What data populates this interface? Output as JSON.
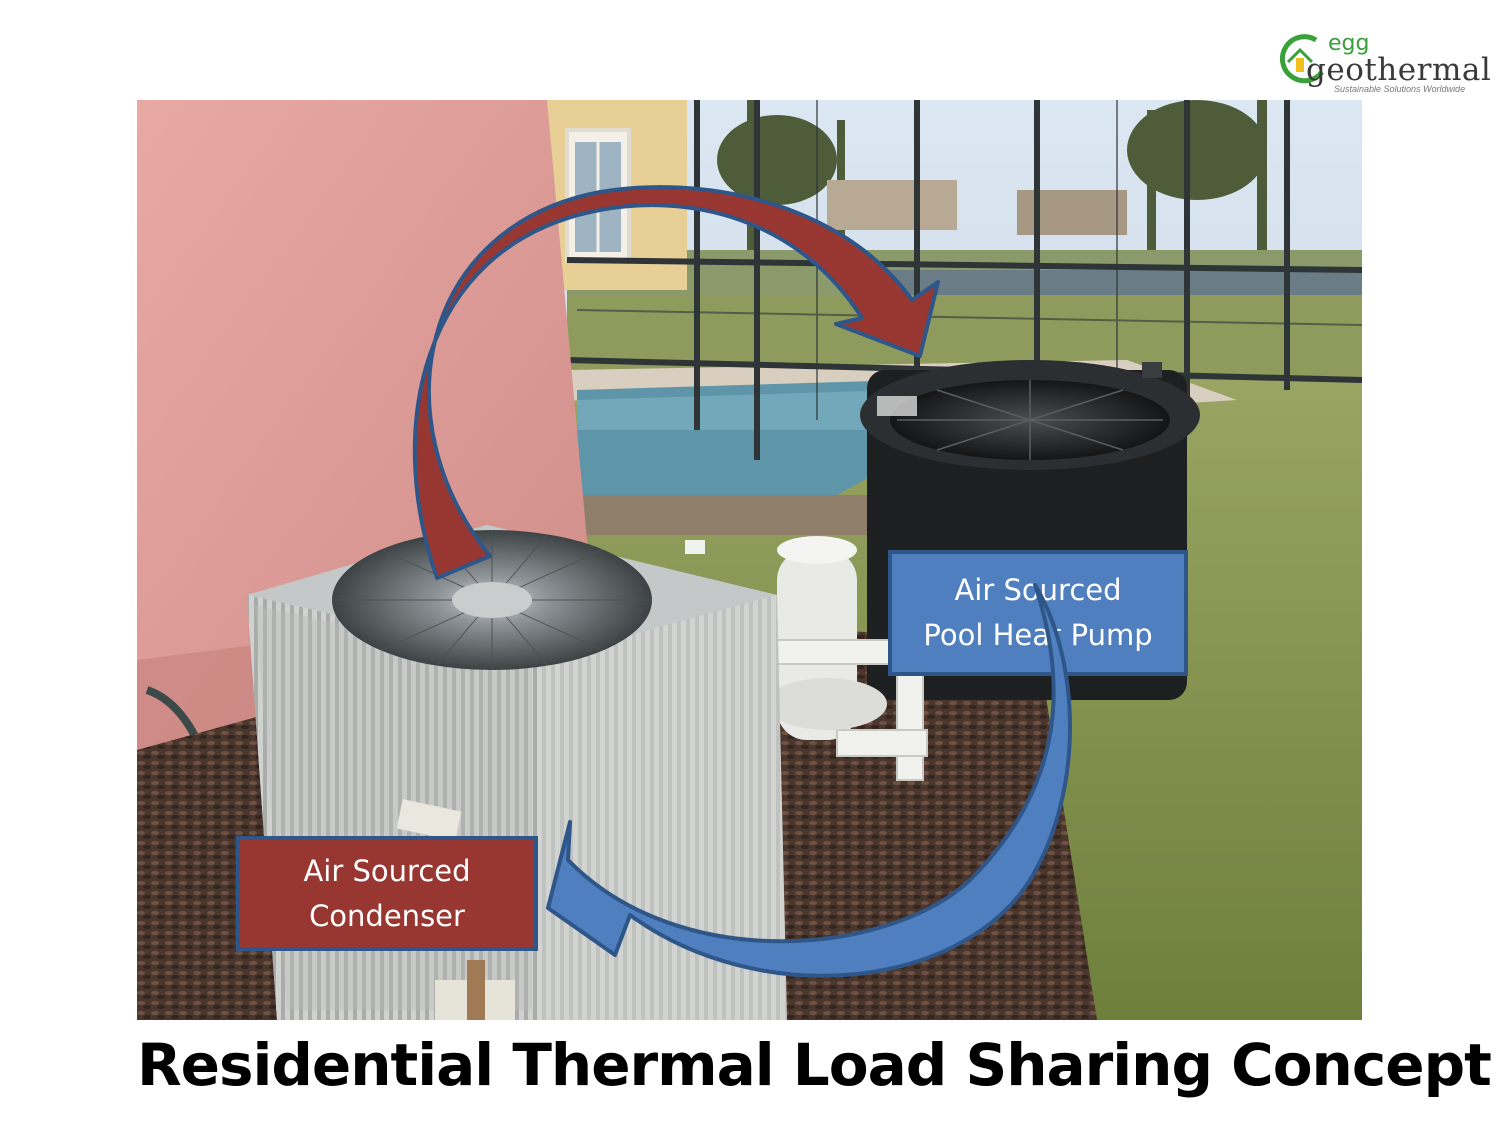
{
  "logo": {
    "brand_top": "egg",
    "brand_main": "geothermal",
    "tagline": "Sustainable Solutions Worldwide",
    "icon": "leaf-house-logo-icon"
  },
  "photo": {
    "label_pool_heat_pump": [
      "Air Sourced",
      "Pool Heat Pump"
    ],
    "label_condenser": [
      "Air Sourced",
      "Condenser"
    ],
    "colors": {
      "hot_arrow": "#983732",
      "cold_arrow": "#4f7fbf",
      "arrow_outline": "#2f5688"
    }
  },
  "caption": "Residential Thermal Load Sharing Concept"
}
